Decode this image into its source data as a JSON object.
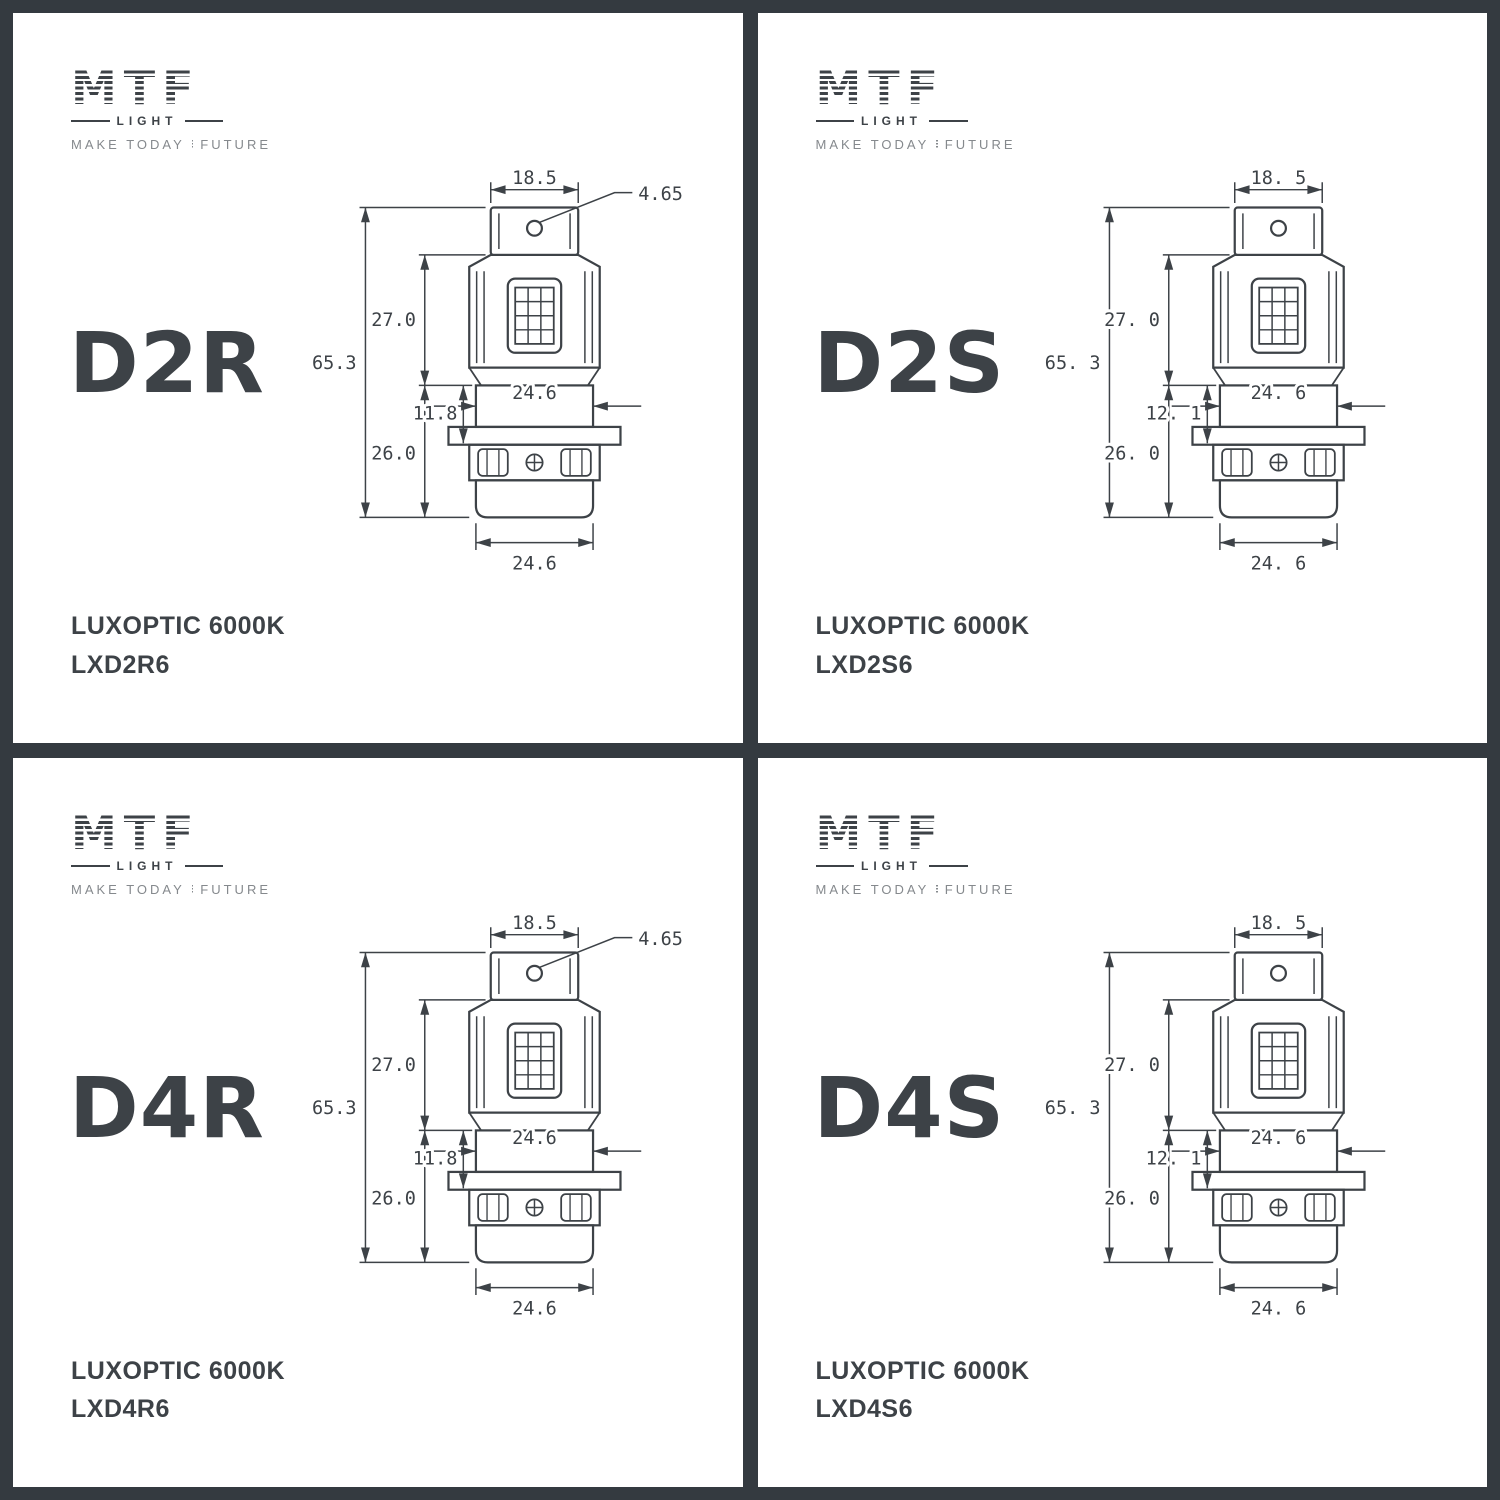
{
  "brand": {
    "name": "MTF",
    "sub": "LIGHT",
    "tagline_left": "MAKE TODAY",
    "tagline_right": "FUTURE"
  },
  "colors": {
    "background": "#343a40",
    "panel": "#ffffff",
    "ink": "#3d4247",
    "tagline_gray": "#85898d"
  },
  "panels": [
    {
      "title": "D2R",
      "footer_line1": "LUXOPTIC 6000K",
      "footer_line2": "LXD2R6",
      "variant": "R",
      "dims": {
        "top_width": "18.5",
        "hole_offset": "4.65",
        "upper_height": "27.0",
        "total_height": "65.3",
        "mid_height": "11.8",
        "mid_width": "24.6",
        "lower_height": "26.0",
        "bottom_width": "24.6"
      }
    },
    {
      "title": "D2S",
      "footer_line1": "LUXOPTIC 6000K",
      "footer_line2": "LXD2S6",
      "variant": "S",
      "dims": {
        "top_width": "18. 5",
        "upper_height": "27. 0",
        "total_height": "65. 3",
        "mid_height": "12. 1",
        "mid_width": "24. 6",
        "lower_height": "26. 0",
        "bottom_width": "24. 6"
      }
    },
    {
      "title": "D4R",
      "footer_line1": "LUXOPTIC 6000K",
      "footer_line2": "LXD4R6",
      "variant": "R",
      "dims": {
        "top_width": "18.5",
        "hole_offset": "4.65",
        "upper_height": "27.0",
        "total_height": "65.3",
        "mid_height": "11.8",
        "mid_width": "24.6",
        "lower_height": "26.0",
        "bottom_width": "24.6"
      }
    },
    {
      "title": "D4S",
      "footer_line1": "LUXOPTIC 6000K",
      "footer_line2": "LXD4S6",
      "variant": "S",
      "dims": {
        "top_width": "18. 5",
        "upper_height": "27. 0",
        "total_height": "65. 3",
        "mid_height": "12. 1",
        "mid_width": "24. 6",
        "lower_height": "26. 0",
        "bottom_width": "24. 6"
      }
    }
  ]
}
